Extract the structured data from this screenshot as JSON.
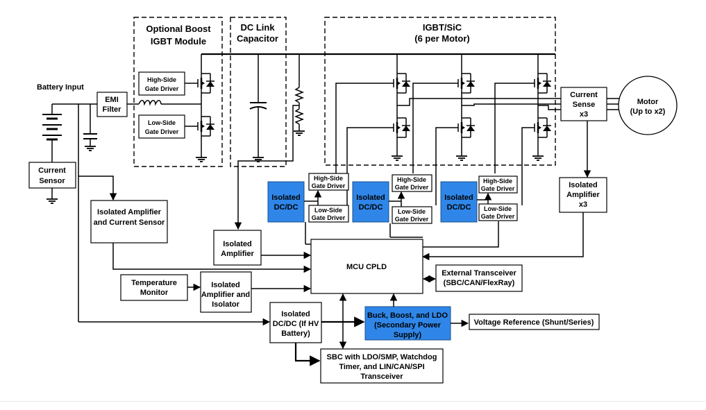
{
  "groups": {
    "boost": [
      "Optional Boost",
      "IGBT Module"
    ],
    "dclink": [
      "DC Link",
      "Capacitor"
    ],
    "igbt": [
      "IGBT/SiC",
      "(6 per Motor)"
    ]
  },
  "labels": {
    "battery_input": "Battery Input",
    "emi_filter": [
      "EMI",
      "Filter"
    ],
    "current_sensor": [
      "Current",
      "Sensor"
    ],
    "boost_hs_driver": [
      "High-Side",
      "Gate Driver"
    ],
    "boost_ls_driver": [
      "Low-Side",
      "Gate Driver"
    ],
    "current_sense": [
      "Current",
      "Sense",
      "x3"
    ],
    "motor": [
      "Motor",
      "(Up to x2)"
    ],
    "iso_amp_current_sensor": [
      "Isolated Amplifier",
      "and Current Sensor"
    ],
    "iso_amp": [
      "Isolated",
      "Amplifier"
    ],
    "iso_dcdc": [
      "Isolated",
      "DC/DC"
    ],
    "hs_gate_driver": [
      "High-Side",
      "Gate Driver"
    ],
    "ls_gate_driver": [
      "Low-Side",
      "Gate Driver"
    ],
    "iso_amp_x3": [
      "Isolated",
      "Amplifier",
      "x3"
    ],
    "mcu": "MCU CPLD",
    "temp_monitor": [
      "Temperature",
      "Monitor"
    ],
    "iso_amp_isolator": [
      "Isolated",
      "Amplifier and",
      "Isolator"
    ],
    "ext_transceiver": [
      "External Transceiver",
      "(SBC/CAN/FlexRay)"
    ],
    "iso_dcdc_hv": [
      "Isolated",
      "DC/DC (If HV",
      "Battery)"
    ],
    "buck_boost_ldo": [
      "Buck, Boost, and LDO",
      "(Secondary Power",
      "Supply)"
    ],
    "voltage_ref": "Voltage Reference (Shunt/Series)",
    "sbc": [
      "SBC with LDO/SMP, Watchdog",
      "Timer, and LIN/CAN/SPI",
      "Transceiver"
    ]
  },
  "colors": {
    "highlight": "#2f86e8",
    "line": "#000000"
  }
}
